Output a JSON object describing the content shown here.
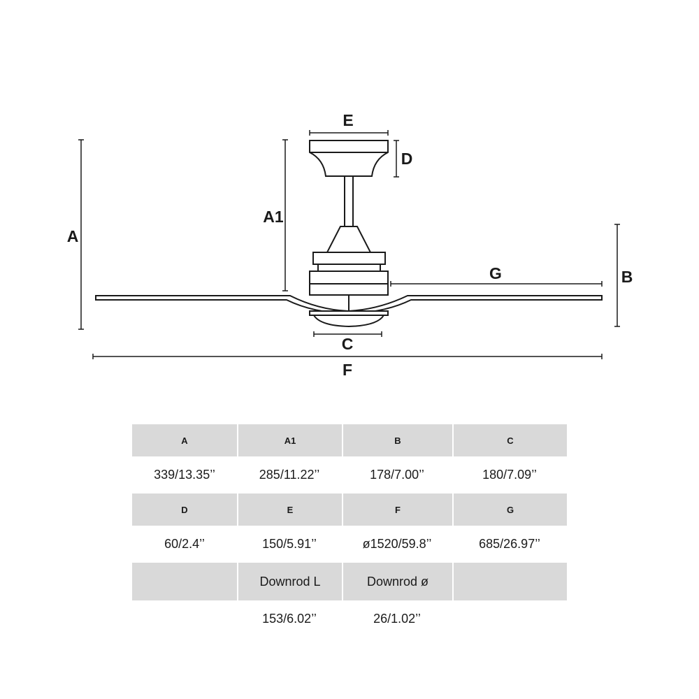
{
  "diagram": {
    "dimension_labels": {
      "A": "A",
      "A1": "A1",
      "B": "B",
      "C": "C",
      "D": "D",
      "E": "E",
      "F": "F",
      "G": "G"
    }
  },
  "table": {
    "rows": [
      {
        "headers": [
          "A",
          "A1",
          "B",
          "C"
        ],
        "values": [
          "339/13.35’’",
          "285/11.22’’",
          "178/7.00’’",
          "180/7.09’’"
        ]
      },
      {
        "headers": [
          "D",
          "E",
          "F",
          "G"
        ],
        "values": [
          "60/2.4’’",
          "150/5.91’’",
          "ø1520/59.8’’",
          "685/26.97’’"
        ]
      },
      {
        "headers": [
          "",
          "Downrod L",
          "Downrod ø",
          ""
        ],
        "values": [
          "",
          "153/6.02’’",
          "26/1.02’’",
          ""
        ]
      }
    ]
  }
}
